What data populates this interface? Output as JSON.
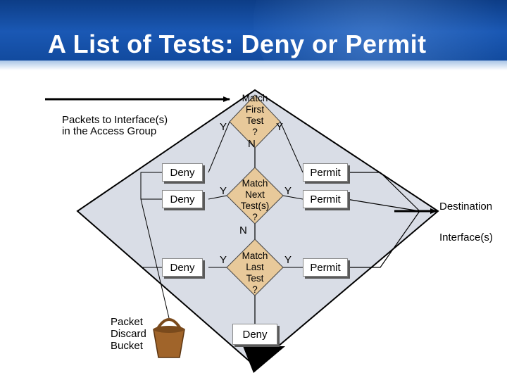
{
  "slide": {
    "title": "A List of Tests: Deny or Permit"
  },
  "diagram": {
    "source_label": [
      "Packets to Interface(s)",
      "in the Access Group"
    ],
    "decisions": [
      {
        "lines": [
          "Match",
          "First",
          "Test",
          "?"
        ]
      },
      {
        "lines": [
          "Match",
          "Next",
          "Test(s)",
          "?"
        ]
      },
      {
        "lines": [
          "Match",
          "Last",
          "Test",
          "?"
        ]
      }
    ],
    "yes_label": "Y",
    "no_label": "N",
    "deny_boxes": [
      "Deny",
      "Deny",
      "Deny"
    ],
    "permit_boxes": [
      "Permit",
      "Permit",
      "Permit"
    ],
    "final_deny": "Deny",
    "destination_label": [
      "Destination",
      "Interface(s)"
    ],
    "bucket_label": [
      "Packet",
      "Discard",
      "Bucket"
    ],
    "colors": {
      "panel": "#d9dde6",
      "header": "#1a58b4",
      "bucket": "#a0642a"
    }
  }
}
